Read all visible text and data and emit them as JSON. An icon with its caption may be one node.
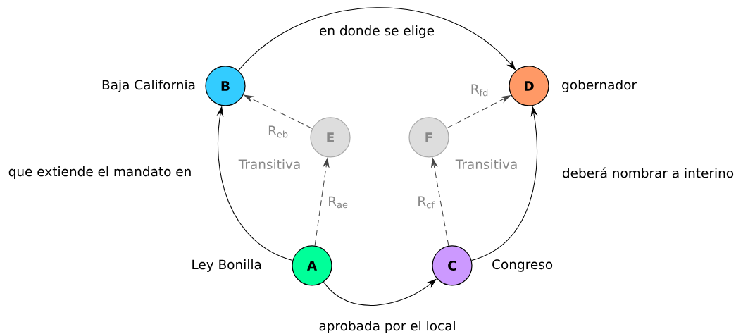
{
  "diagram": {
    "nodes": [
      {
        "text": [
          "B"
        ],
        "beside": [
          "Baja California"
        ]
      },
      {
        "text": [
          "D"
        ],
        "beside": [
          "gobernador"
        ]
      },
      {
        "text": [
          "E"
        ]
      },
      {
        "text": [
          "F"
        ]
      },
      {
        "text": [
          "A"
        ],
        "beside": [
          "Ley Bonilla"
        ]
      },
      {
        "text": [
          "C"
        ],
        "beside": [
          "Congreso"
        ]
      }
    ],
    "edges": [
      {
        "from": 0,
        "to": 1,
        "arrow": "to",
        "label": "en donde se elige"
      },
      {
        "from": 4,
        "to": 0,
        "arrow": "to",
        "label": "que extiende el mandato en"
      },
      {
        "from": 4,
        "to": 5,
        "arrow": "to",
        "label": "aprobada por el local"
      },
      {
        "from": 5,
        "to": 1,
        "arrow": "to",
        "label": "deberá nombrar a interino"
      },
      {
        "from": 4,
        "to": 2,
        "arrow": "to",
        "label": "R$_{ae}$",
        "style": "dashed",
        "color": "#444444"
      },
      {
        "from": 2,
        "to": 0,
        "arrow": "to",
        "label": "R$_{eb}$",
        "style": "dashed",
        "color": "#444444"
      },
      {
        "from": 5,
        "to": 3,
        "arrow": "to",
        "label": "R$_{cf}$",
        "style": "dashed",
        "color": "#444444"
      },
      {
        "from": 3,
        "to": 1,
        "arrow": "to",
        "label": "R$_{fd}$",
        "style": "dashed",
        "color": "#444444"
      }
    ],
    "labels": [
      "Transitiva",
      "Transitiva"
    ]
  }
}
